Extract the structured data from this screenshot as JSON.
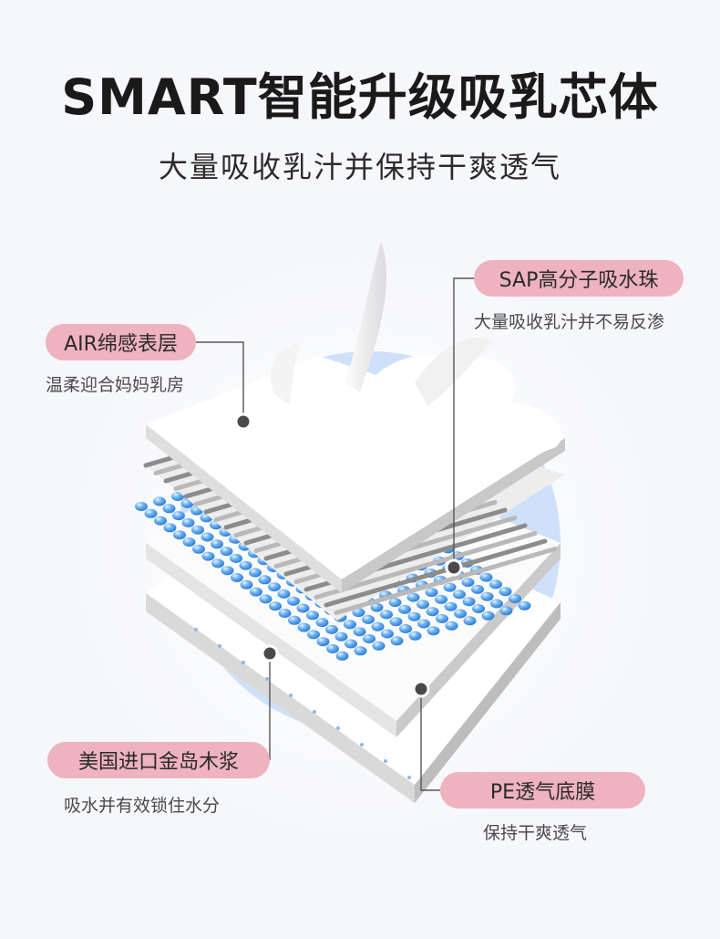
{
  "header": {
    "title": "SMART智能升级吸乳芯体",
    "subtitle": "大量吸收乳汁并保持干爽透气"
  },
  "layers": [
    {
      "label": "AIR绵感表层",
      "description": "温柔迎合妈妈乳房"
    },
    {
      "label": "SAP高分子吸水珠",
      "description": "大量吸收乳汁并不易反渗"
    },
    {
      "label": "美国进口金岛木浆",
      "description": "吸水并有效锁住水分"
    },
    {
      "label": "PE透气底膜",
      "description": "保持干爽透气"
    }
  ],
  "colors": {
    "pill": "#eeb3bf",
    "circle": "#cfe0fb",
    "beads": "#4d9ce8"
  }
}
